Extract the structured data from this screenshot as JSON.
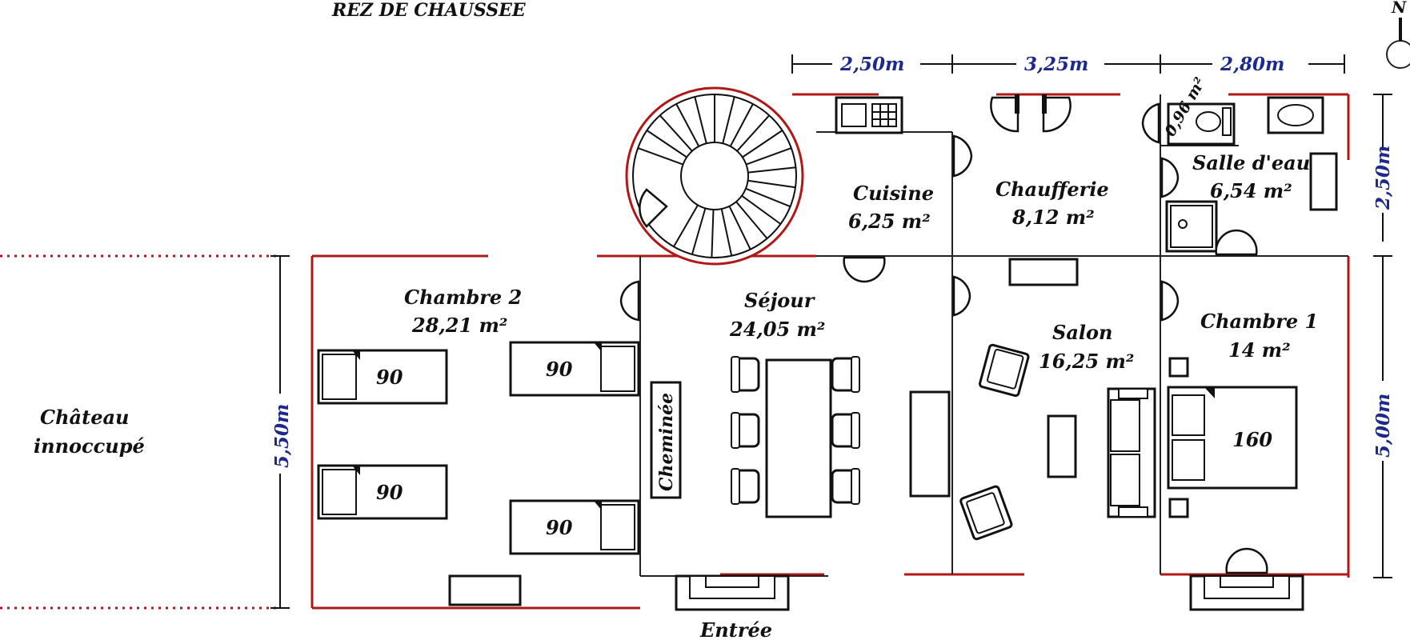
{
  "title": "REZ DE CHAUSSEE",
  "compass": "N",
  "rooms": {
    "cuisine": {
      "name": "Cuisine",
      "area": "6,25 m²"
    },
    "chaufferie": {
      "name": "Chaufferie",
      "area": "8,12 m²"
    },
    "salle_eau": {
      "name": "Salle d'eau",
      "area": "6,54 m²"
    },
    "wc": {
      "area": "0,96 m²"
    },
    "chambre2": {
      "name": "Chambre 2",
      "area": "28,21 m²"
    },
    "sejour": {
      "name": "Séjour",
      "area": "24,05 m²"
    },
    "salon": {
      "name": "Salon",
      "area": "16,25 m²"
    },
    "chambre1": {
      "name": "Chambre 1",
      "area": "14 m²"
    }
  },
  "chateau": [
    "Château",
    "innoccupé"
  ],
  "cheminee": "Cheminée",
  "entree": "Entrée",
  "dimensions": {
    "top": [
      "2,50m",
      "3,25m",
      "2,80m"
    ],
    "left": "5,50m",
    "right_top": "2,50m",
    "right_bottom": "5,00m"
  },
  "beds": [
    "90",
    "90",
    "90",
    "90",
    "160"
  ]
}
